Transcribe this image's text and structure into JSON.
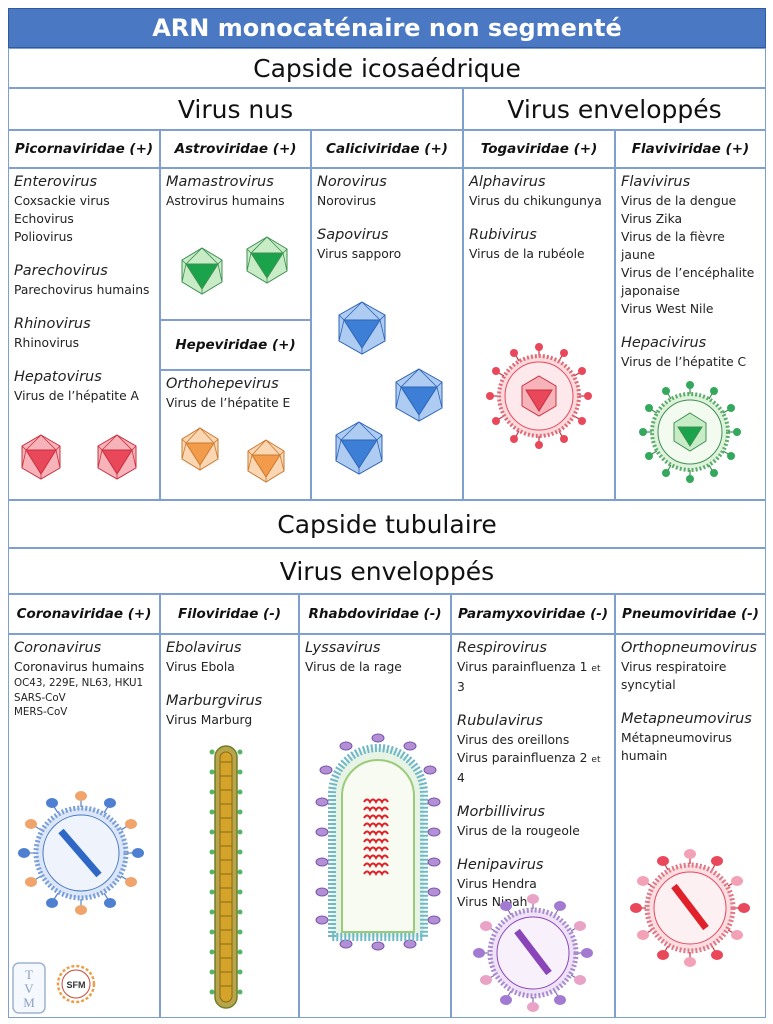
{
  "title": "ARN monocaténaire non segmenté",
  "icosa": {
    "heading": "Capside icosaédrique",
    "naked": "Virus nus",
    "enveloped": "Virus enveloppés",
    "families": [
      {
        "name": "Picornaviridae (+)",
        "genera": [
          {
            "genus": "Enterovirus",
            "viruses": [
              "Coxsackie virus",
              "Echovirus",
              "Poliovirus"
            ]
          },
          {
            "genus": "Parechovirus",
            "viruses": [
              "Parechovirus humains"
            ]
          },
          {
            "genus": "Rhinovirus",
            "viruses": [
              "Rhinovirus"
            ]
          },
          {
            "genus": "Hepatovirus",
            "viruses": [
              "Virus de l’hépatite A"
            ]
          }
        ]
      },
      {
        "name": "Astroviridae (+)",
        "genera": [
          {
            "genus": "Mamastrovirus",
            "viruses": [
              "Astrovirus humains"
            ]
          }
        ]
      },
      {
        "name": "Hepeviridae (+)",
        "genera": [
          {
            "genus": "Orthohepevirus",
            "viruses": [
              "Virus de l’hépatite E"
            ]
          }
        ]
      },
      {
        "name": "Caliciviridae (+)",
        "genera": [
          {
            "genus": "Norovirus",
            "viruses": [
              "Norovirus"
            ]
          },
          {
            "genus": "Sapovirus",
            "viruses": [
              "Virus sapporo"
            ]
          }
        ]
      },
      {
        "name": "Togaviridae (+)",
        "genera": [
          {
            "genus": "Alphavirus",
            "viruses": [
              "Virus du chikungunya"
            ]
          },
          {
            "genus": "Rubivirus",
            "viruses": [
              "Virus de la rubéole"
            ]
          }
        ]
      },
      {
        "name": "Flaviviridae (+)",
        "genera": [
          {
            "genus": "Flavivirus",
            "viruses": [
              "Virus de la dengue",
              "Virus Zika",
              "Virus de la fièvre jaune",
              "Virus de l’encéphalite",
              "japonaise",
              "Virus West Nile"
            ]
          },
          {
            "genus": "Hepacivirus",
            "viruses": [
              "Virus de l’hépatite C"
            ]
          }
        ]
      }
    ]
  },
  "tubular": {
    "heading": "Capside tubulaire",
    "enveloped": "Virus enveloppés",
    "families": [
      {
        "name": "Coronaviridae (+)",
        "genera": [
          {
            "genus": "Coronavirus",
            "viruses": [
              "Coronavirus humains"
            ],
            "small": [
              "OC43, 229E, NL63, HKU1",
              "SARS-CoV",
              "MERS-CoV"
            ]
          }
        ]
      },
      {
        "name": "Filoviridae (-)",
        "genera": [
          {
            "genus": "Ebolavirus",
            "viruses": [
              "Virus Ebola"
            ]
          },
          {
            "genus": "Marburgvirus",
            "viruses": [
              "Virus Marburg"
            ]
          }
        ]
      },
      {
        "name": "Rhabdoviridae (-)",
        "genera": [
          {
            "genus": "Lyssavirus",
            "viruses": [
              "Virus de la rage"
            ]
          }
        ]
      },
      {
        "name": "Paramyxoviridae (-)",
        "genera": [
          {
            "genus": "Respirovirus",
            "viruses": [
              [
                "Virus parainfluenza 1 ",
                "et",
                " 3"
              ]
            ]
          },
          {
            "genus": "Rubulavirus",
            "viruses": [
              "Virus des oreillons",
              [
                "Virus parainfluenza 2 ",
                "et",
                " 4"
              ]
            ]
          },
          {
            "genus": "Morbillivirus",
            "viruses": [
              "Virus de la rougeole"
            ]
          },
          {
            "genus": "Henipavirus",
            "viruses": [
              "Virus Hendra",
              "Virus Nipah"
            ]
          }
        ]
      },
      {
        "name": "Pneumoviridae (-)",
        "genera": [
          {
            "genus": "Orthopneumovirus",
            "viruses": [
              "Virus respiratoire",
              "syncytial"
            ]
          },
          {
            "genus": "Metapneumovirus",
            "viruses": [
              "Métapneumovirus",
              "humain"
            ]
          }
        ]
      }
    ]
  },
  "logos": {
    "tvm": "TVM",
    "sfm": "SFM"
  },
  "colors": {
    "banner": "#4a78c2",
    "border": "#7f9fcf",
    "red": "#e8485a",
    "green": "#1aa34a",
    "orange": "#f29b4a",
    "blue": "#3d7fd6",
    "purple": "#8a46b8"
  }
}
